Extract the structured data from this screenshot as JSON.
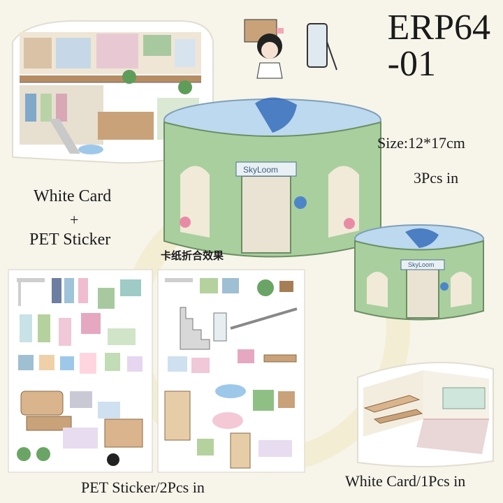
{
  "product": {
    "code_line1": "ERP64",
    "code_line2": "-01",
    "size": "Size:12*17cm",
    "pieces": "3Pcs in",
    "material_line1": "White Card",
    "material_plus": "+",
    "material_line2": "PET Sticker",
    "fold_caption": "卡纸折合效果",
    "sticker_caption": "PET Sticker/2Pcs in",
    "card_caption": "White Card/1Pcs in",
    "shop_sign": "SkyLoom",
    "shop_sign_small": "SkyLoom"
  },
  "colors": {
    "background": "#f7f4ea",
    "shop_green": "#a9cf9f",
    "pool_blue": "#bcd9ef",
    "wood": "#c9a27a",
    "sheet": "#ffffff"
  }
}
